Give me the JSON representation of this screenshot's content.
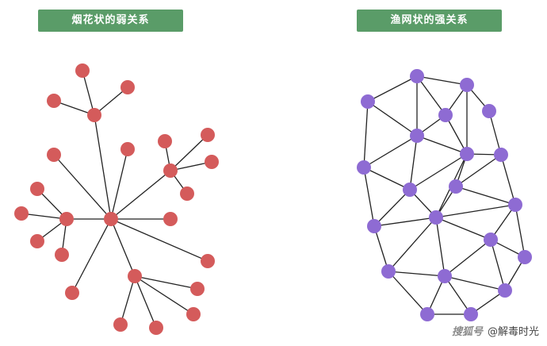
{
  "titles": {
    "left": "烟花状的弱关系",
    "right": "渔网状的强关系"
  },
  "watermark": {
    "brand": "搜狐号",
    "author": "@解毒时光"
  },
  "colors": {
    "title_bg": "#5a9c68",
    "weak_node": "#d45b5b",
    "strong_node": "#8e6bd3",
    "edge": "#222222"
  }
}
